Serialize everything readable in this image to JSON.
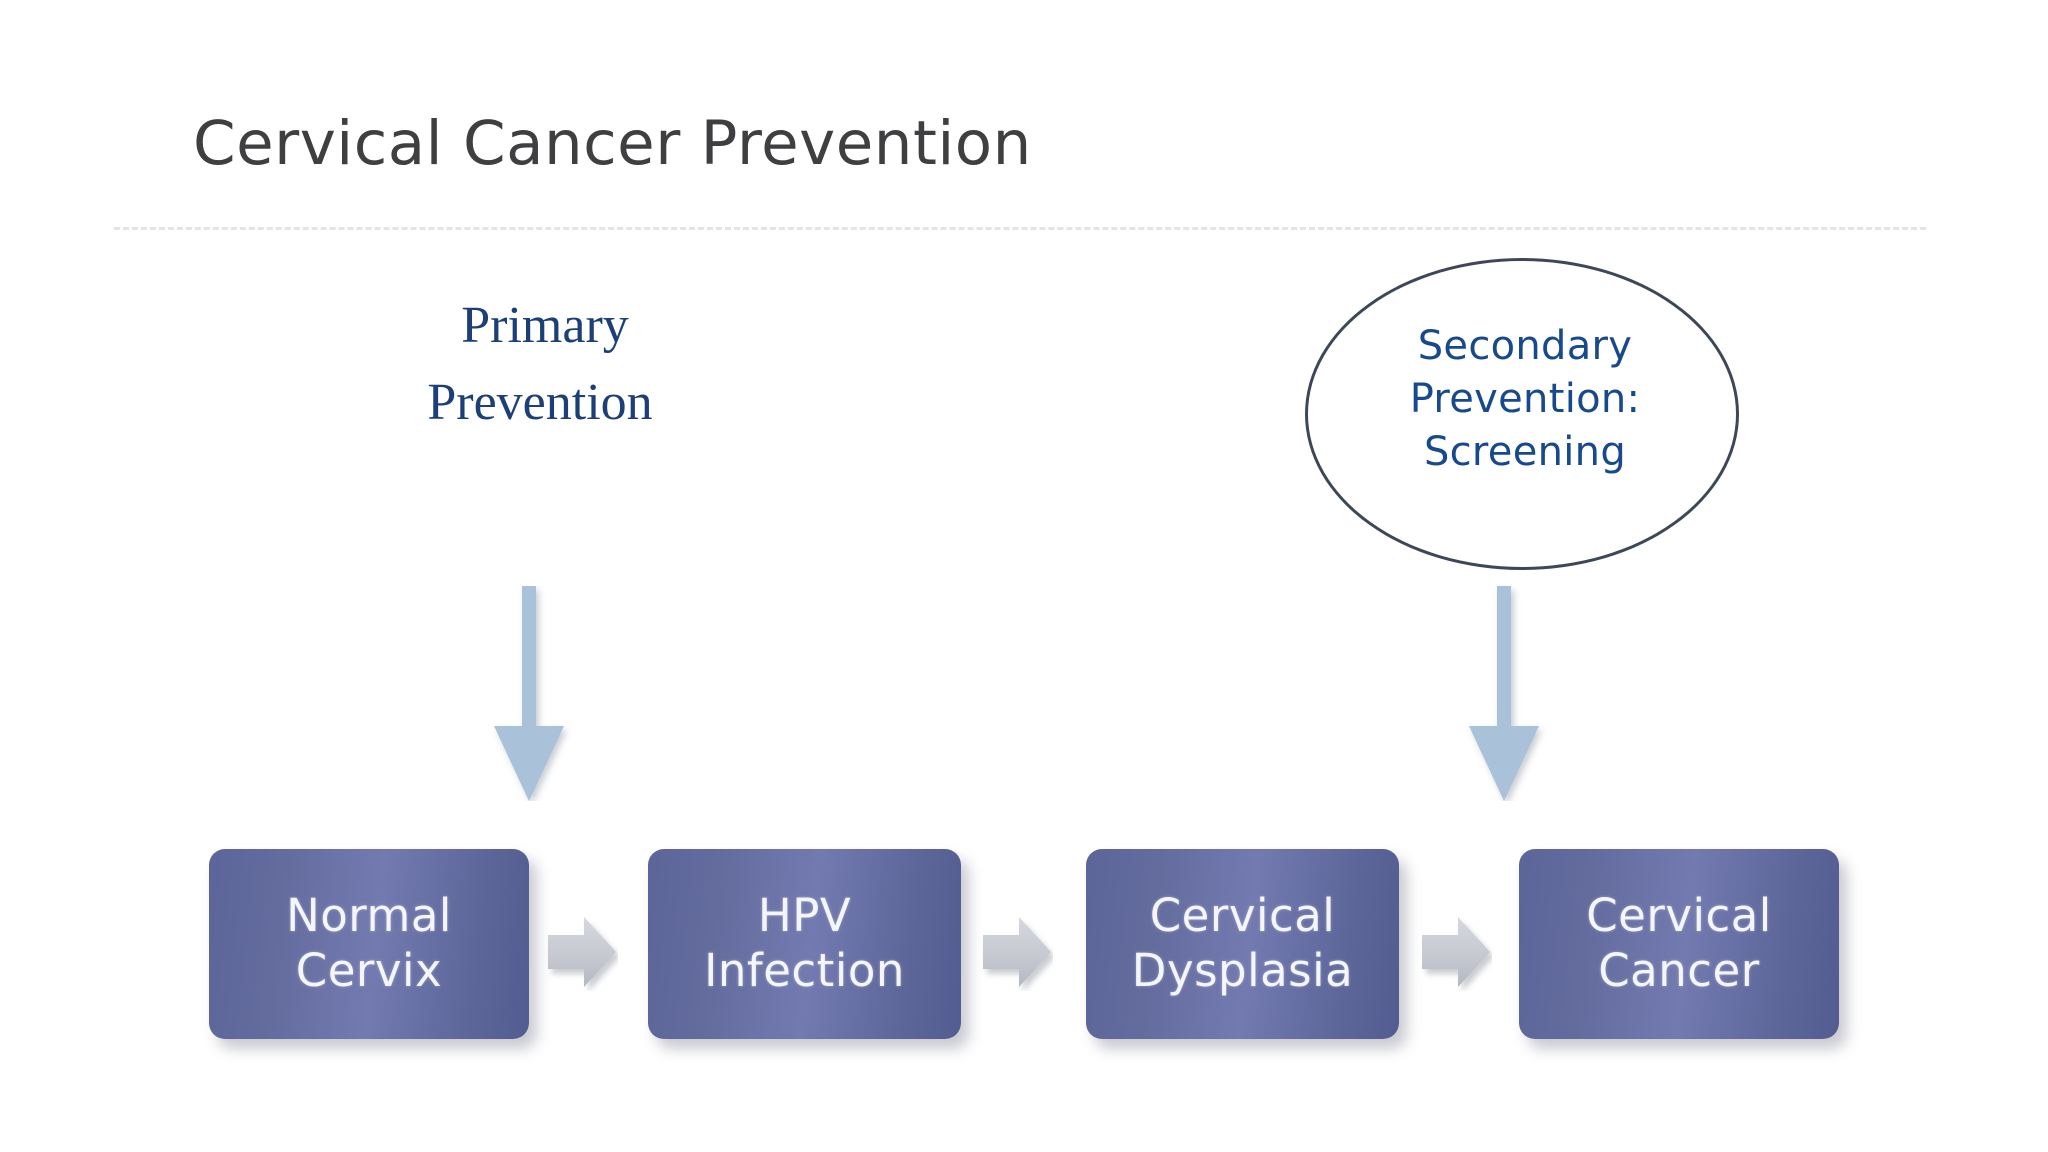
{
  "slide": {
    "title": "Cervical Cancer Prevention",
    "background_color": "#ffffff",
    "title_color": "#3f3f41",
    "divider_color": "#e4e4e4"
  },
  "primary_prevention": {
    "line_1": "Primary",
    "line_2": "Prevention",
    "color": "#1d3f78"
  },
  "secondary_prevention": {
    "line_1": "Secondary",
    "line_2": "Prevention:",
    "line_3": "Screening",
    "color": "#174a8c",
    "ellipse_border_color": "#3e4758"
  },
  "arrows": {
    "down_arrow_color": "#a9c2da",
    "chevron_color": "#c9ccd4",
    "down_arrow_primary_name": "primary-prevention-down-arrow",
    "down_arrow_secondary_name": "secondary-prevention-down-arrow"
  },
  "process": {
    "box_color": "#636ba0",
    "box_text_color": "#f4f6fb",
    "boxes": [
      {
        "line_1": "Normal",
        "line_2": "Cervix"
      },
      {
        "line_1": "HPV",
        "line_2": "Infection"
      },
      {
        "line_1": "Cervical",
        "line_2": "Dysplasia"
      },
      {
        "line_1": "Cervical",
        "line_2": "Cancer"
      }
    ]
  }
}
